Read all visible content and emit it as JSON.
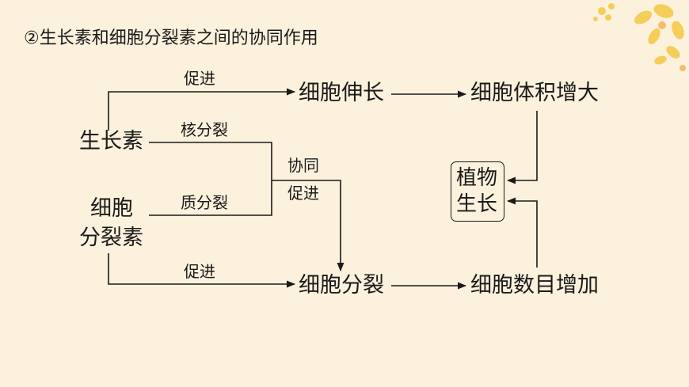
{
  "title": "②生长素和细胞分裂素之间的协同作用",
  "nodes": {
    "auxin": "生长素",
    "cytokinin_line1": "细胞",
    "cytokinin_line2": "分裂素",
    "cell_elongation": "细胞伸长",
    "cell_volume_increase": "细胞体积增大",
    "cell_division": "细胞分裂",
    "cell_number_increase": "细胞数目增加",
    "plant_growth_line1": "植物",
    "plant_growth_line2": "生长"
  },
  "labels": {
    "promote_top": "促进",
    "nuclear_division": "核分裂",
    "synergy_line1": "协同",
    "synergy_line2": "促进",
    "cytoplasmic_division": "质分裂",
    "promote_bottom": "促进"
  },
  "colors": {
    "background": "#fbf1dd",
    "ink": "#1a1a1a",
    "flower": "#f5c842"
  }
}
